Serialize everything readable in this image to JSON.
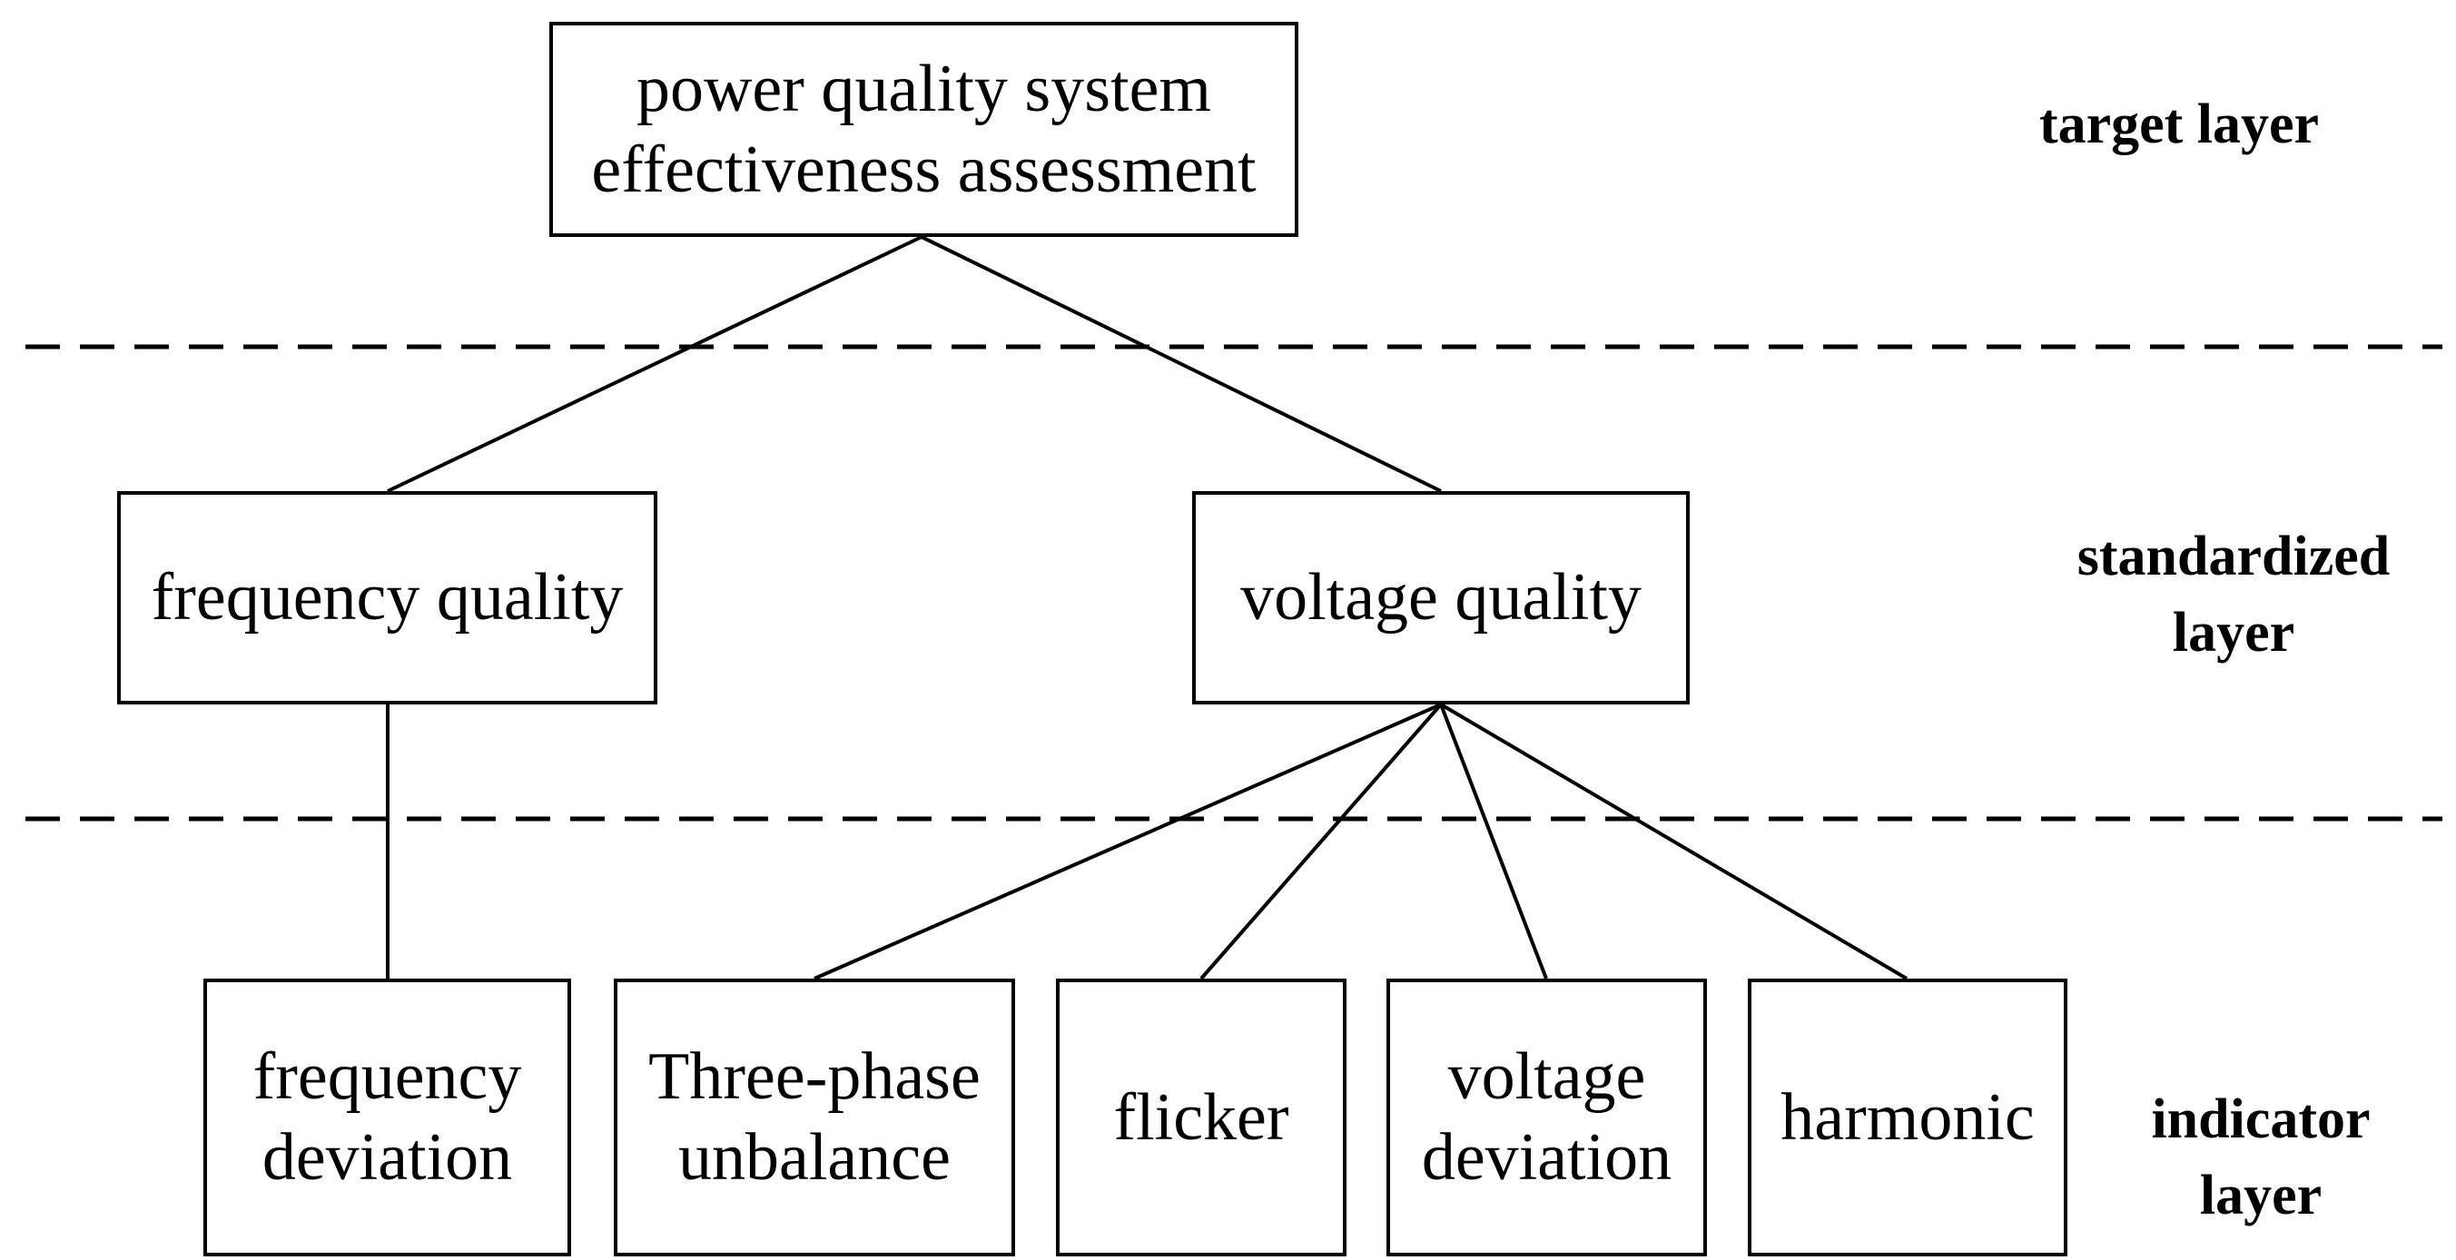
{
  "diagram": {
    "root": {
      "line1": "power quality system",
      "line2": "effectiveness assessment"
    },
    "level2": {
      "frequency": "frequency quality",
      "voltage": "voltage quality"
    },
    "indicators": {
      "freq_deviation": {
        "line1": "frequency",
        "line2": "deviation"
      },
      "unbalance": {
        "line1": "Three-phase",
        "line2": "unbalance"
      },
      "flicker": "flicker",
      "volt_deviation": {
        "line1": "voltage",
        "line2": "deviation"
      },
      "harmonic": "harmonic"
    },
    "layers": {
      "target": "target layer",
      "standardized": {
        "line1": "standardized",
        "line2": "layer"
      },
      "indicator": {
        "line1": "indicator",
        "line2": "layer"
      }
    }
  }
}
